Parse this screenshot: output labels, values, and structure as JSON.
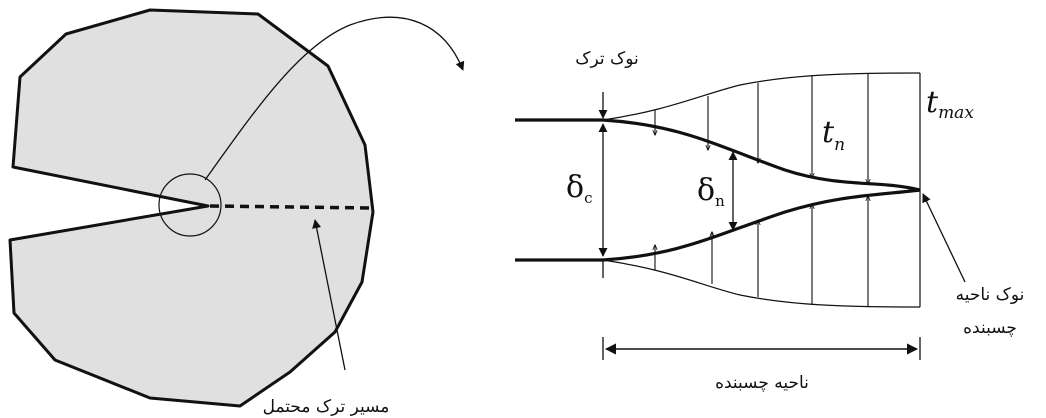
{
  "labels": {
    "crack_tip": "نوک ترک",
    "potential_crack_path": "مسیر ترک محتمل",
    "cohesive_zone": "ناحیه چسبنده",
    "cohesive_zone_tip_line1": "نوک ناحیه",
    "cohesive_zone_tip_line2": "چسبنده",
    "t_n_main": "t",
    "t_n_sub": "n",
    "t_max_main": "t",
    "t_max_sub": "max",
    "delta_c_main": "δ",
    "delta_c_sub": "c",
    "delta_n_main": "δ",
    "delta_n_sub": "n"
  },
  "colors": {
    "specimen_fill": "#e0e0e0",
    "stroke": "#111111"
  }
}
